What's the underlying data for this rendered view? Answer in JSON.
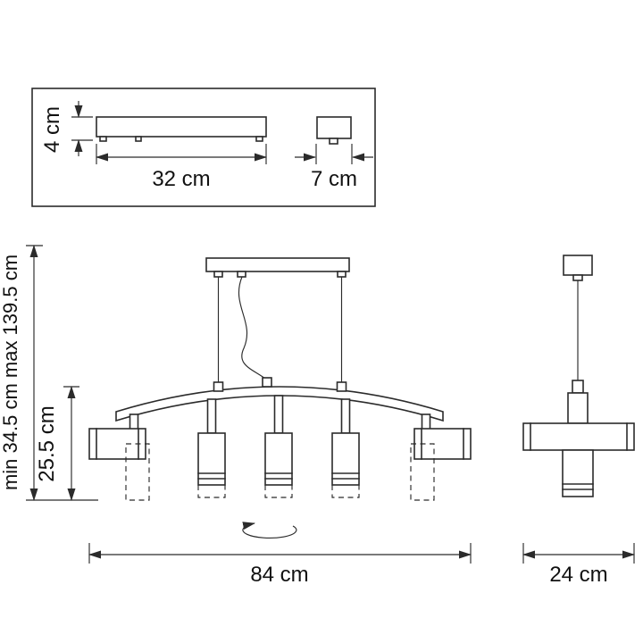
{
  "colors": {
    "background": "#ffffff",
    "line": "#2b2b2b",
    "text": "#111111"
  },
  "inset_panel": {
    "height_label": "4 cm",
    "width_label": "32 cm",
    "driver_width_label": "7 cm"
  },
  "front_view": {
    "suspension_range_label": "min 34.5 cm max 139.5 cm",
    "body_height_label": "25.5 cm",
    "width_label": "84 cm"
  },
  "side_view": {
    "depth_label": "24 cm"
  }
}
